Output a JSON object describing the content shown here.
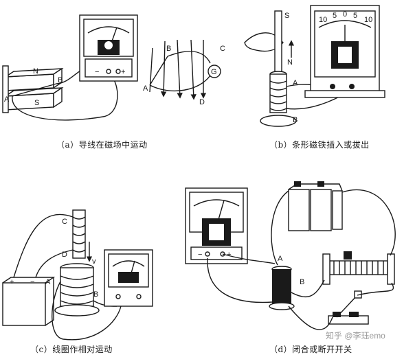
{
  "captions": {
    "a": "（a）导线在磁场中运动",
    "b": "（b）条形磁铁插入或拔出",
    "c": "（c）线圈作相对运动",
    "d": "（d）闭合或断开开关"
  },
  "panel_a": {
    "magnet_n": "N",
    "magnet_s": "S",
    "point_a": "A",
    "point_b": "B",
    "inset_a": "A",
    "inset_b": "B",
    "inset_c": "C",
    "inset_d": "D",
    "galvanometer_g": "G",
    "meter_minus": "−",
    "meter_plus": "+"
  },
  "panel_b": {
    "magnet_s": "S",
    "magnet_n": "N",
    "coil_a": "A",
    "coil_b": "B",
    "scale_left": "10",
    "scale_mid_left": "5",
    "scale_zero": "0",
    "scale_mid_right": "5",
    "scale_right": "10"
  },
  "panel_c": {
    "c": "C",
    "d": "D",
    "a": "A",
    "b": "B",
    "v": "v",
    "battery_plus": "+",
    "battery_minus": "−"
  },
  "panel_d": {
    "a": "A",
    "b": "B",
    "meter_minus": "−",
    "meter_plus": "+"
  },
  "watermark": "知乎 @李珏emo"
}
